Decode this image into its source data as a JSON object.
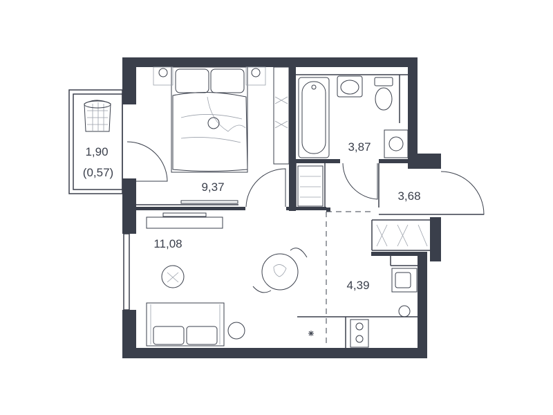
{
  "colors": {
    "wall": "#3a3f4b",
    "background": "#ffffff"
  },
  "rooms": {
    "balcony": {
      "area": "1,90",
      "reduced_area": "(0,57)"
    },
    "bedroom": {
      "area": "9,37"
    },
    "bathroom": {
      "area": "3,87"
    },
    "hallway": {
      "area": "3,68"
    },
    "living_room": {
      "area": "11,08"
    },
    "kitchen": {
      "area": "4,39"
    }
  }
}
